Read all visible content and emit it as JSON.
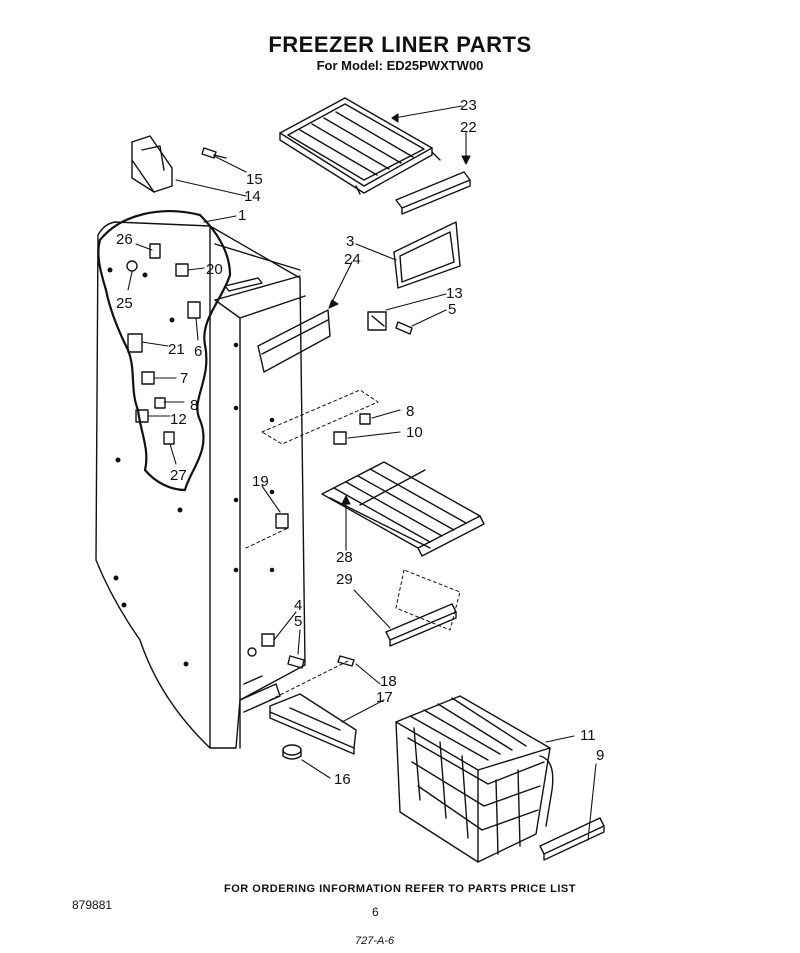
{
  "header": {
    "title": "FREEZER LINER PARTS",
    "subtitle": "For Model: ED25PWXTW00"
  },
  "footer": {
    "ordering_note": "FOR ORDERING INFORMATION REFER TO PARTS PRICE LIST",
    "doc_number": "879881",
    "page_number": "6",
    "revision": "727-A-6"
  },
  "callouts": {
    "c1": "1",
    "c3": "3",
    "c4": "4",
    "c5a": "5",
    "c5b": "5",
    "c6": "6",
    "c7": "7",
    "c8a": "8",
    "c8b": "8",
    "c9": "9",
    "c10": "10",
    "c11": "11",
    "c12": "12",
    "c13": "13",
    "c14": "14",
    "c15": "15",
    "c16": "16",
    "c17": "17",
    "c18": "18",
    "c19": "19",
    "c20": "20",
    "c21": "21",
    "c22": "22",
    "c23": "23",
    "c24": "24",
    "c25": "25",
    "c26": "26",
    "c27": "27",
    "c28": "28",
    "c29": "29"
  }
}
